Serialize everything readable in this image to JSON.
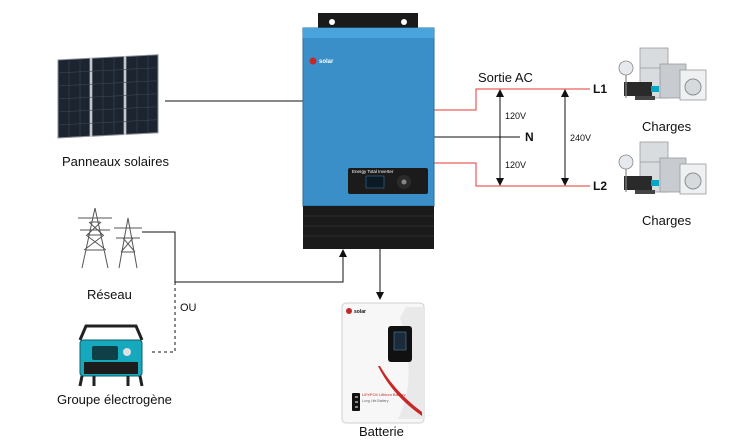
{
  "labels": {
    "solar": "Panneaux solaires",
    "grid": "Réseau",
    "or": "OU",
    "generator": "Groupe électrogène",
    "battery": "Batterie",
    "ac_output": "Sortie AC",
    "l1": "L1",
    "n": "N",
    "l2": "L2",
    "v_top": "120V",
    "v_bottom": "120V",
    "v_total": "240V",
    "loads_top": "Charges",
    "loads_bottom": "Charges"
  },
  "inverter": {
    "brand": "solar",
    "panel_text": "Energy Total Inverter"
  },
  "battery_unit": {
    "brand": "solar",
    "model_text": "LiFePO4 Lithium Battery",
    "sub_text": "Long Life Battery"
  },
  "colors": {
    "inverter_body": "#3a8fc9",
    "inverter_bottom": "#1a1a1a",
    "phase_line": "#e53935",
    "wire": "#111111",
    "battery_accent": "#c62828",
    "generator_accent": "#18b5c9"
  }
}
